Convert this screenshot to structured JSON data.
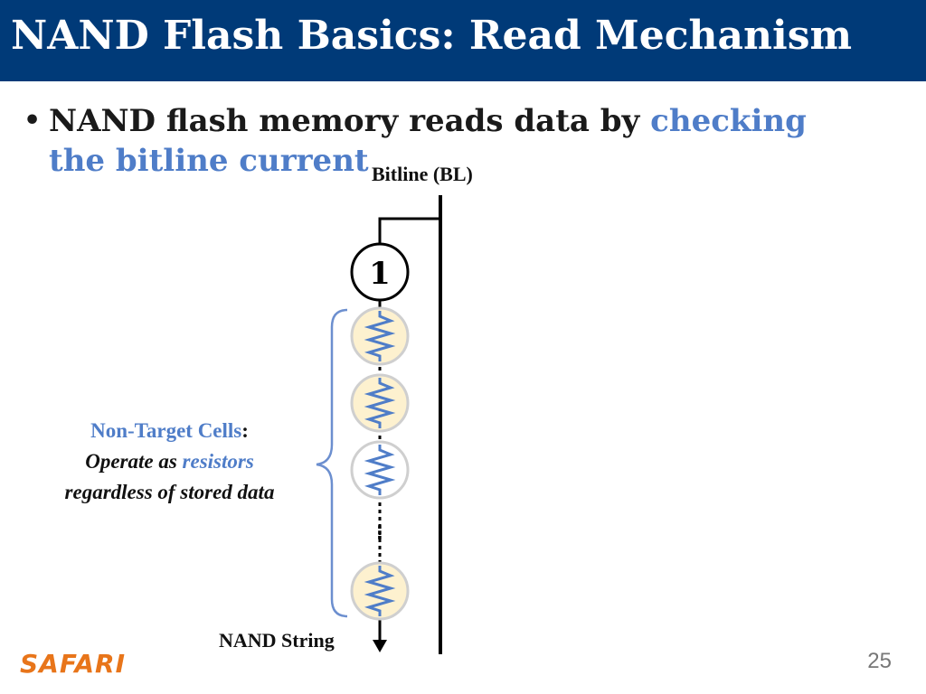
{
  "slide": {
    "title": "NAND Flash Basics: Read Mechanism",
    "bullet": {
      "marker": "•",
      "text_plain": "NAND flash memory reads data by ",
      "text_highlight": "checking the bitline current"
    },
    "diagram": {
      "bitline_label": "Bitline (BL)",
      "step_number": "1",
      "nand_string_label": "NAND String",
      "ellipsis": "⋮",
      "cell_count_drawn": 4
    },
    "nontarget_annotation": {
      "heading": "Non-Target Cells",
      "heading_suffix": ":",
      "line2_plain": "Operate as ",
      "line2_highlight": "resistors",
      "line3": "regardless of stored data"
    },
    "footer": {
      "logo": "SAFARI",
      "page_number": "25"
    },
    "colors": {
      "title_bar": "#003a78",
      "accent_blue": "#4f7dc8",
      "cell_fill": "#fdf1cf",
      "logo_orange": "#e8751a"
    }
  }
}
